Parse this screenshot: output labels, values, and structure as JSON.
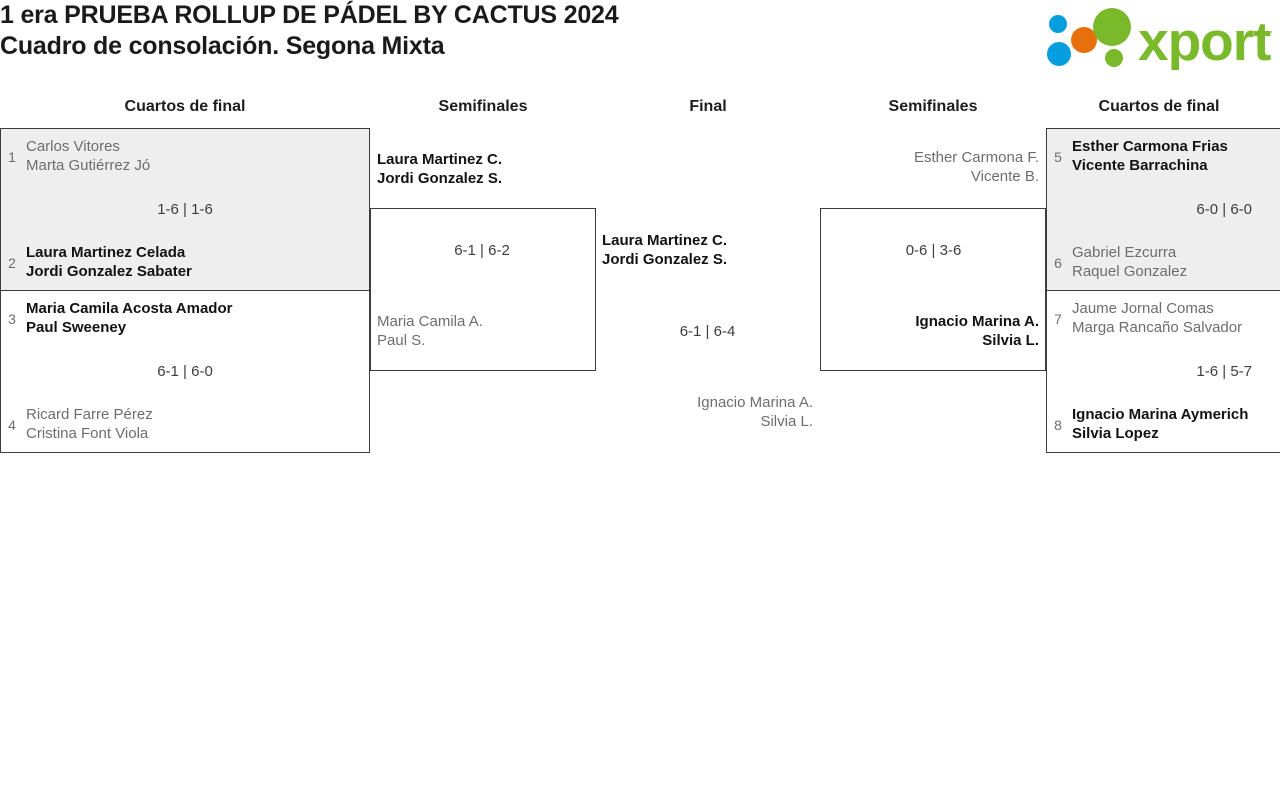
{
  "header": {
    "title_line1": "1 era PRUEBA ROLLUP DE PÁDEL BY CACTUS 2024",
    "title_line2": "Cuadro de consolación. Segona Mixta",
    "logo_text": "xporty",
    "logo_colors": {
      "green": "#7ab929",
      "orange": "#e8700a",
      "blue": "#079ee0"
    }
  },
  "rounds": [
    {
      "id": "qf-left",
      "label": "Cuartos de final"
    },
    {
      "id": "sf-left",
      "label": "Semifinales"
    },
    {
      "id": "final",
      "label": "Final"
    },
    {
      "id": "sf-right",
      "label": "Semifinales"
    },
    {
      "id": "qf-right",
      "label": "Cuartos de final"
    }
  ],
  "matches": {
    "qf1": {
      "score": "1-6 | 1-6",
      "top": {
        "seed": "1",
        "line1": "Carlos Vitores",
        "line2": "Marta Gutiérrez Jó",
        "result": "loser"
      },
      "bottom": {
        "seed": "2",
        "line1": "Laura Martinez Celada",
        "line2": "Jordi Gonzalez Sabater",
        "result": "winner"
      }
    },
    "qf2": {
      "score": "6-1 | 6-0",
      "top": {
        "seed": "3",
        "line1": "Maria Camila Acosta Amador",
        "line2": "Paul Sweeney",
        "result": "winner"
      },
      "bottom": {
        "seed": "4",
        "line1": "Ricard Farre Pérez",
        "line2": "Cristina Font Viola",
        "result": "loser"
      }
    },
    "sf_left": {
      "score": "6-1 | 6-2",
      "top": {
        "line1": "Laura Martinez C.",
        "line2": "Jordi Gonzalez S.",
        "result": "winner"
      },
      "bottom": {
        "line1": "Maria Camila A.",
        "line2": "Paul S.",
        "result": "loser"
      }
    },
    "final": {
      "score": "6-1 | 6-4",
      "top": {
        "line1": "Laura Martinez C.",
        "line2": "Jordi Gonzalez S.",
        "result": "winner"
      },
      "bottom": {
        "line1": "Ignacio Marina A.",
        "line2": "Silvia L.",
        "result": "loser"
      }
    },
    "sf_right": {
      "score": "0-6 | 3-6",
      "top": {
        "line1": "Esther Carmona F.",
        "line2": "Vicente B.",
        "result": "loser"
      },
      "bottom": {
        "line1": "Ignacio Marina A.",
        "line2": "Silvia L.",
        "result": "winner"
      }
    },
    "qf3": {
      "score": "6-0 | 6-0",
      "top": {
        "seed": "5",
        "line1": "Esther Carmona Frias",
        "line2": "Vicente Barrachina",
        "result": "winner"
      },
      "bottom": {
        "seed": "6",
        "line1": "Gabriel Ezcurra",
        "line2": "Raquel Gonzalez",
        "result": "loser"
      }
    },
    "qf4": {
      "score": "1-6 | 5-7",
      "top": {
        "seed": "7",
        "line1": "Jaume Jornal Comas",
        "line2": "Marga Rancaño Salvador",
        "result": "loser"
      },
      "bottom": {
        "seed": "8",
        "line1": "Ignacio Marina Aymerich",
        "line2": "Silvia Lopez",
        "result": "winner"
      }
    }
  }
}
